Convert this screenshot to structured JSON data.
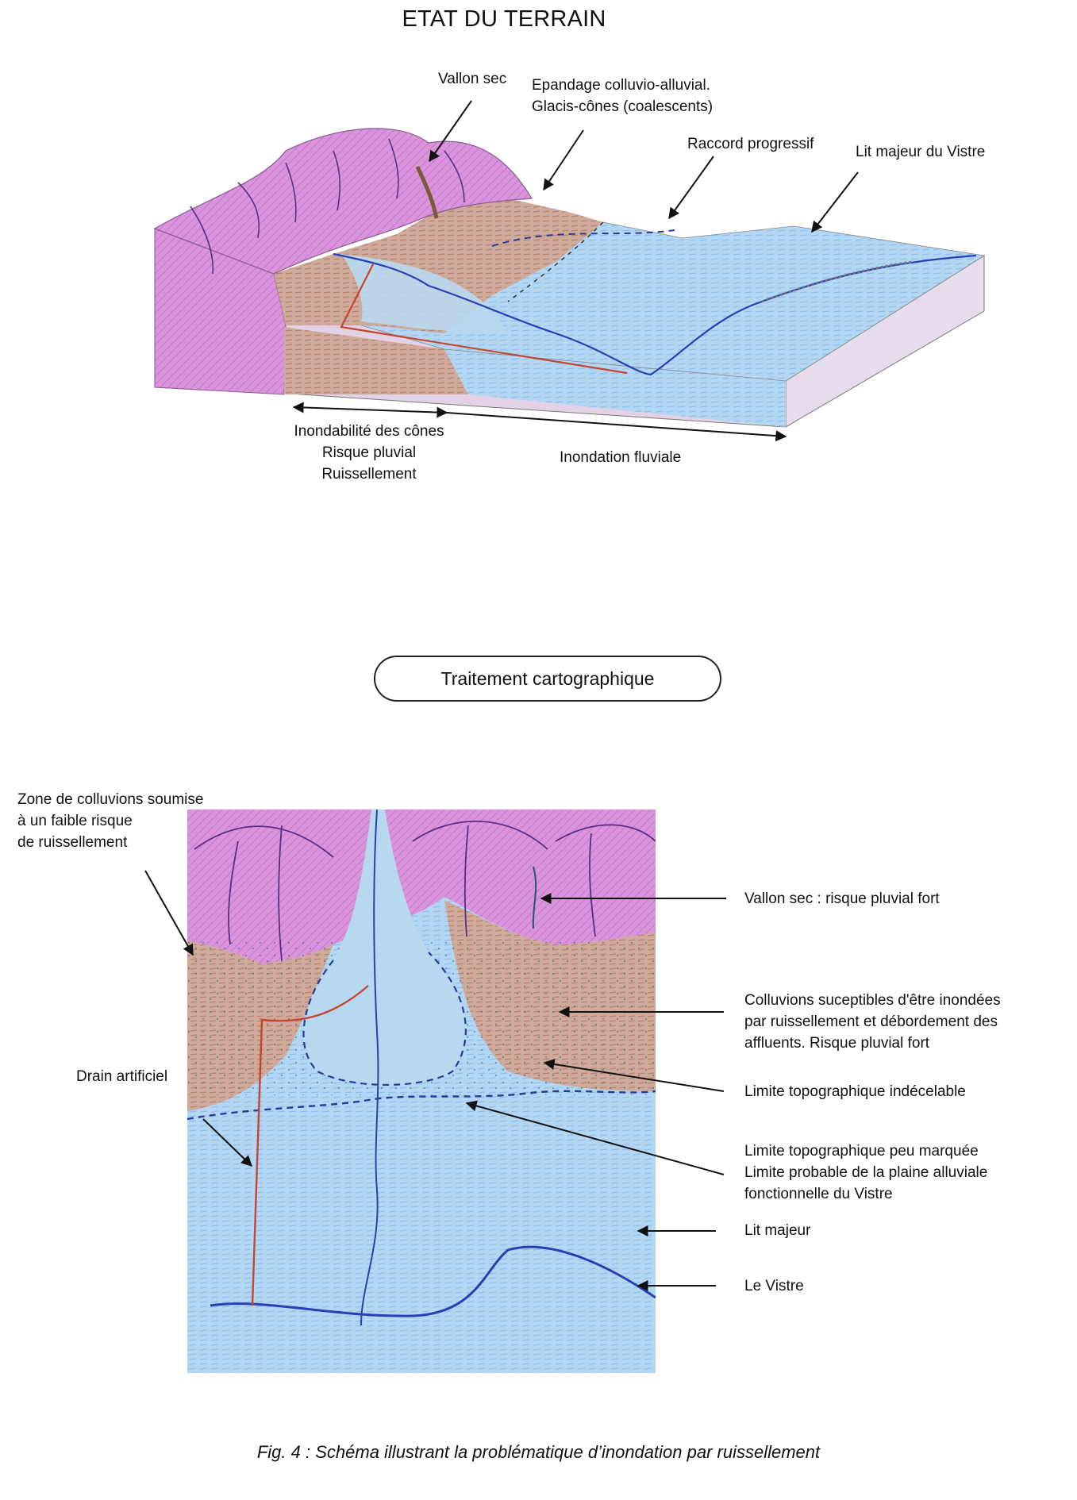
{
  "title": "ETAT DU TERRAIN",
  "block_diagram": {
    "labels": {
      "vallon_sec": "Vallon sec",
      "epandage": "Epandage colluvio-alluvial.\nGlacis-cônes (coalescents)",
      "raccord": "Raccord progressif",
      "lit_majeur": "Lit majeur du Vistre",
      "inondabilite": "Inondabilité des cônes\nRisque pluvial\nRuissellement",
      "inondation_fluviale": "Inondation fluviale"
    }
  },
  "section_box": "Traitement cartographique",
  "map": {
    "labels": {
      "zone_colluvions": "Zone de colluvions soumise\nà un faible risque\nde ruissellement",
      "drain": "Drain artificiel",
      "vallon_sec_risque": "Vallon sec : risque pluvial fort",
      "colluvions_inondees": "Colluvions suceptibles d'être inondées\npar ruissellement et débordement des\naffluents. Risque pluvial fort",
      "limite_indecelable": "Limite topographique indécelable",
      "limite_peu_marquee": "Limite topographique peu marquée\nLimite probable de la plaine alluviale\nfonctionnelle du Vistre",
      "lit_majeur": "Lit majeur",
      "le_vistre": "Le Vistre"
    }
  },
  "caption": "Fig. 4 : Schéma illustrant la problématique d’inondation par ruissellement",
  "colors": {
    "relief": "#d68fd6",
    "colluvions": "#c9a08f",
    "plaine": "#a9cff0",
    "river": "#2b3fb5",
    "drain": "#c7452e",
    "limit": "#2a3a9a"
  }
}
